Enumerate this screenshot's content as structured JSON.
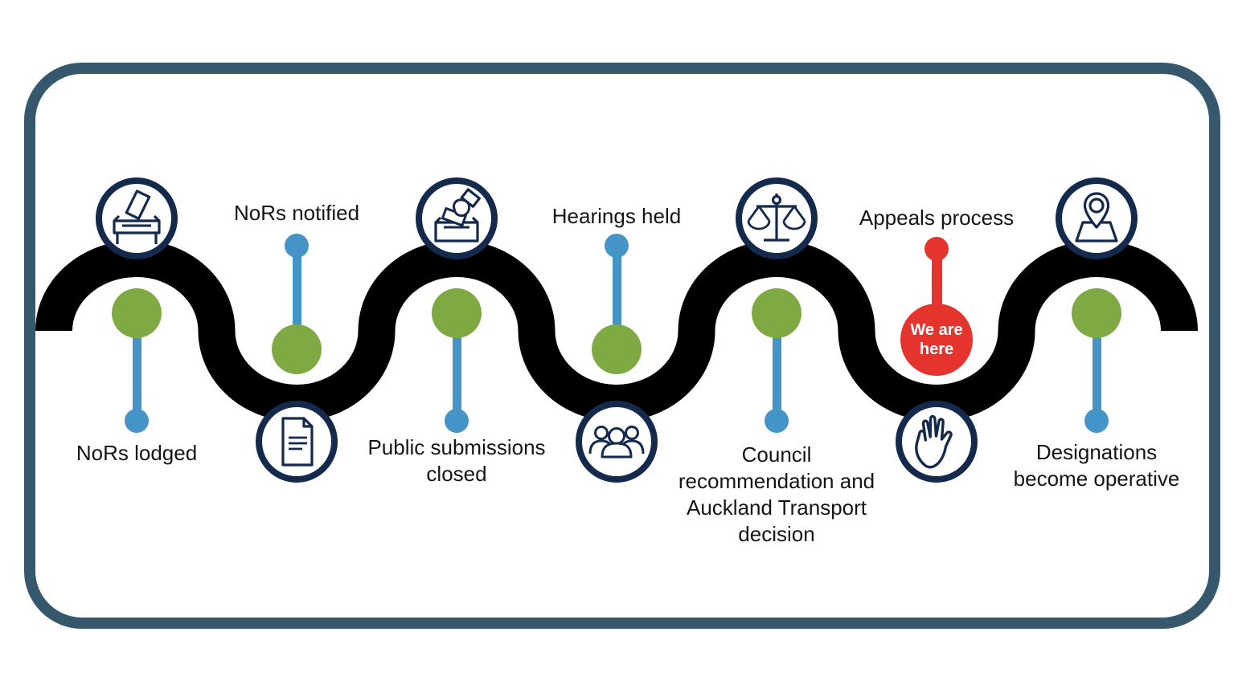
{
  "palette": {
    "road": "#000000",
    "frame_border": "#35586c",
    "green": "#7faa43",
    "blue": "#4494c8",
    "red": "#e5332e",
    "navy": "#142a4d",
    "text": "#151515"
  },
  "stages": [
    {
      "id": "nors-lodged",
      "icon": "ballot-box-icon",
      "position": "top",
      "status_color": "green",
      "label_lines": [
        "NoRs lodged"
      ]
    },
    {
      "id": "nors-notified",
      "icon": "document-icon",
      "position": "bottom",
      "status_color": "green",
      "label_lines": [
        "NoRs notified"
      ]
    },
    {
      "id": "public-submissions-closed",
      "icon": "hand-voting-icon",
      "position": "top",
      "status_color": "green",
      "label_lines": [
        "Public submissions",
        "closed"
      ]
    },
    {
      "id": "hearings-held",
      "icon": "people-group-icon",
      "position": "bottom",
      "status_color": "green",
      "label_lines": [
        "Hearings held"
      ]
    },
    {
      "id": "council-recommendation",
      "icon": "scales-icon",
      "position": "top",
      "status_color": "green",
      "label_lines": [
        "Council",
        "recommendation and",
        "Auckland Transport",
        "decision"
      ]
    },
    {
      "id": "appeals-process",
      "icon": "stop-hand-icon",
      "position": "bottom",
      "status_color": "red",
      "label_lines": [
        "Appeals process"
      ],
      "marker_lines": [
        "We are",
        "here"
      ]
    },
    {
      "id": "designations-operative",
      "icon": "map-pin-icon",
      "position": "top",
      "status_color": "green",
      "label_lines": [
        "Designations",
        "become operative"
      ]
    }
  ]
}
